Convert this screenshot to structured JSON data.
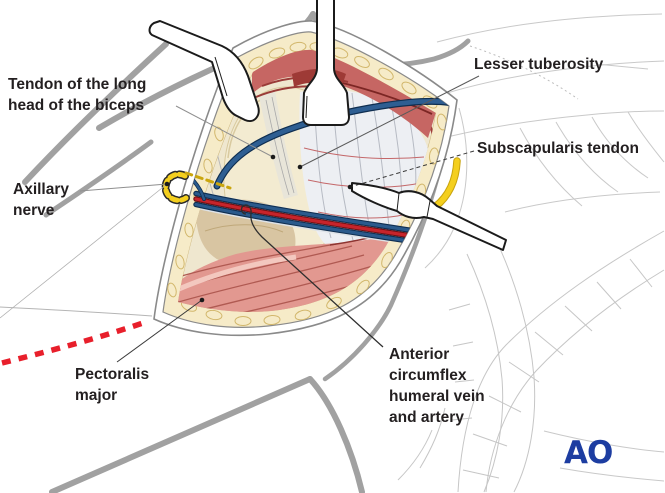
{
  "figure": {
    "type": "surgical-illustration-deltopectoral-approach",
    "labels": {
      "biceps_tendon": "Tendon of the long\nhead of the biceps",
      "lesser_tuberosity": "Lesser tuberosity",
      "subscapularis_tendon": "Subscapularis tendon",
      "axillary_nerve": "Axillary\nnerve",
      "pectoralis_major": "Pectoralis\nmajor",
      "circumflex_vessels": "Anterior\ncircumflex\nhumeral vein\nand artery"
    },
    "logo_text": "AO",
    "colors": {
      "nerve_yellow": "#f4cf1e",
      "artery_red": "#c7242b",
      "vein_blue": "#2a5a8c",
      "incision_red": "#e81f2b",
      "muscle_pink": "#e29890",
      "logo_blue": "#1d3da1"
    }
  }
}
